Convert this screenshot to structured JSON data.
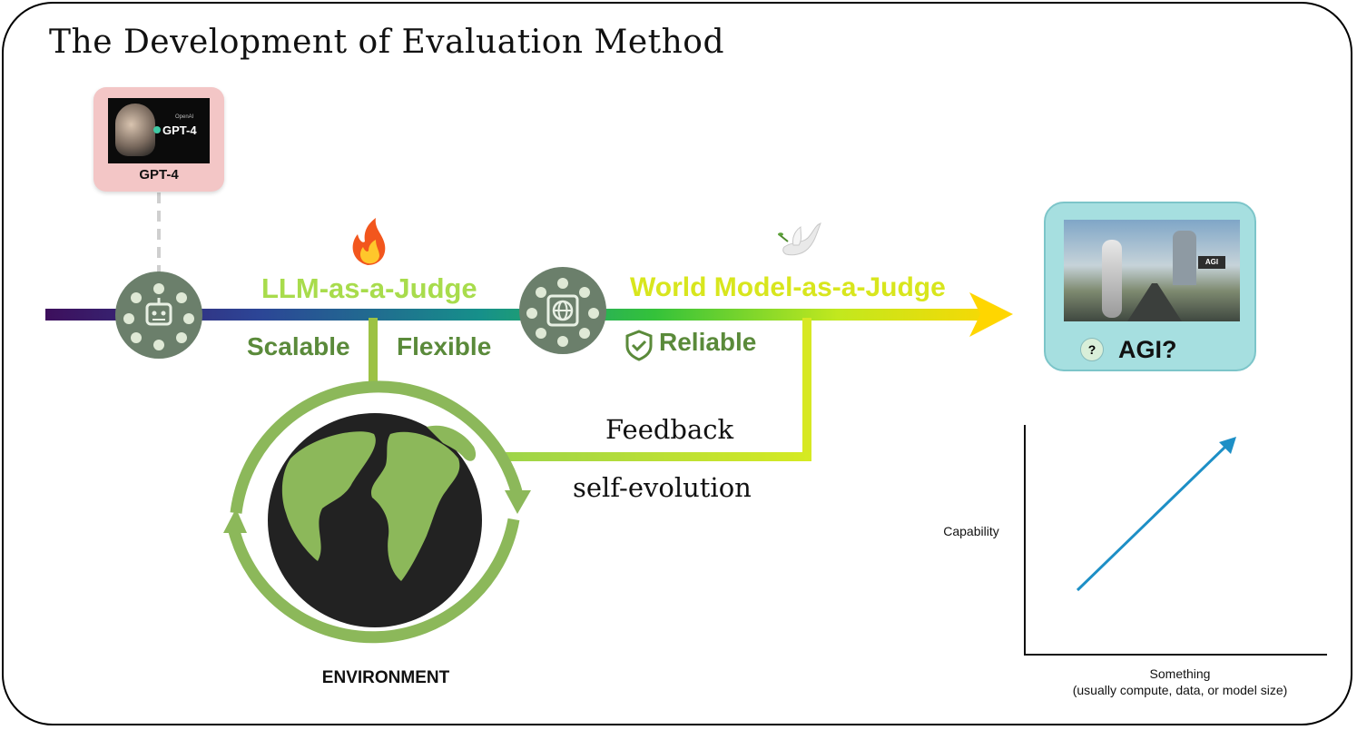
{
  "title": "The Development of  Evaluation Method",
  "gpt4": {
    "thumb_text": "GPT-4",
    "thumb_sub": "OpenAI",
    "label": "GPT-4"
  },
  "timeline": {
    "llm_judge": "LLM-as-a-Judge",
    "world_judge": "World Model-as-a-Judge",
    "scalable": "Scalable",
    "flexible": "Flexible",
    "reliable": "Reliable",
    "fire_icon": "fire-icon",
    "dove_icon": "dove-icon"
  },
  "feedback": "Feedback",
  "self_evolution": "self-evolution",
  "environment": "ENVIRONMENT",
  "agi": {
    "label": "AGI?",
    "q": "?",
    "sign": "AGI"
  },
  "chart": {
    "ylabel": "Capability",
    "xlabel_line1": "Something",
    "xlabel_line2": "(usually compute, data, or model size)"
  },
  "colors": {
    "arrow_start": "#3d0f5c",
    "arrow_mid": "#16908a",
    "arrow_green": "#34c23a",
    "arrow_end": "#ffd600",
    "earth_green": "#8cb85a",
    "label_green": "#5a8a3a",
    "chart_line": "#1d8fc6"
  }
}
